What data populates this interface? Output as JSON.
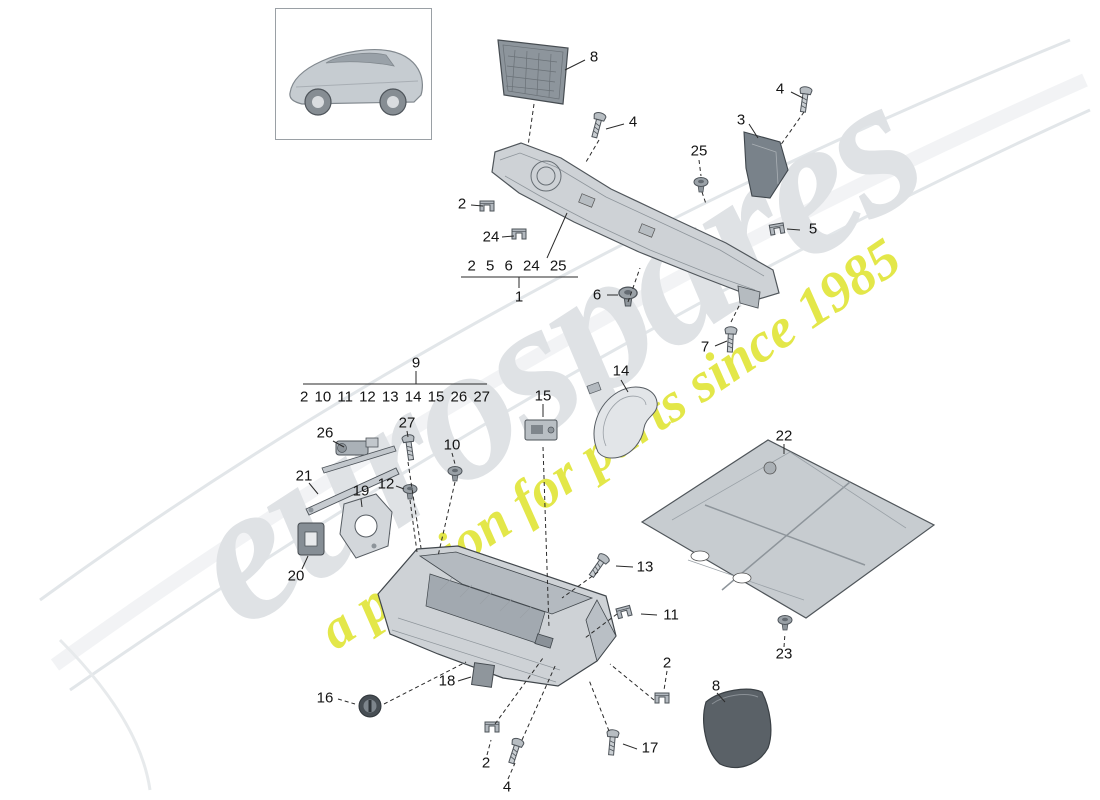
{
  "watermark": {
    "brand": "eurospares",
    "tagline": "a passion for parts since 1985"
  },
  "colors": {
    "watermark_gray": "#dfe2e5",
    "watermark_yellow": "#dde222",
    "line_color": "#2a2a2a"
  },
  "icons": {
    "car_thumbnail": "sports-car-side-view"
  },
  "groups": {
    "one": {
      "items": "2 5 6 24 25",
      "label": "1"
    },
    "nine": {
      "items": "2 10 11 12 13 14 15 26 27",
      "label": "9"
    }
  },
  "callouts": [
    {
      "label": "8"
    },
    {
      "label": "4"
    },
    {
      "label": "3"
    },
    {
      "label": "4"
    },
    {
      "label": "25"
    },
    {
      "label": "2"
    },
    {
      "label": "24"
    },
    {
      "label": "5"
    },
    {
      "label": "6"
    },
    {
      "label": "7"
    },
    {
      "label": "15"
    },
    {
      "label": "14"
    },
    {
      "label": "26"
    },
    {
      "label": "27"
    },
    {
      "label": "10"
    },
    {
      "label": "21"
    },
    {
      "label": "12"
    },
    {
      "label": "19"
    },
    {
      "label": "22"
    },
    {
      "label": "20"
    },
    {
      "label": "13"
    },
    {
      "label": "11"
    },
    {
      "label": "23"
    },
    {
      "label": "18"
    },
    {
      "label": "16"
    },
    {
      "label": "2"
    },
    {
      "label": "4"
    },
    {
      "label": "17"
    },
    {
      "label": "2"
    },
    {
      "label": "8"
    }
  ]
}
